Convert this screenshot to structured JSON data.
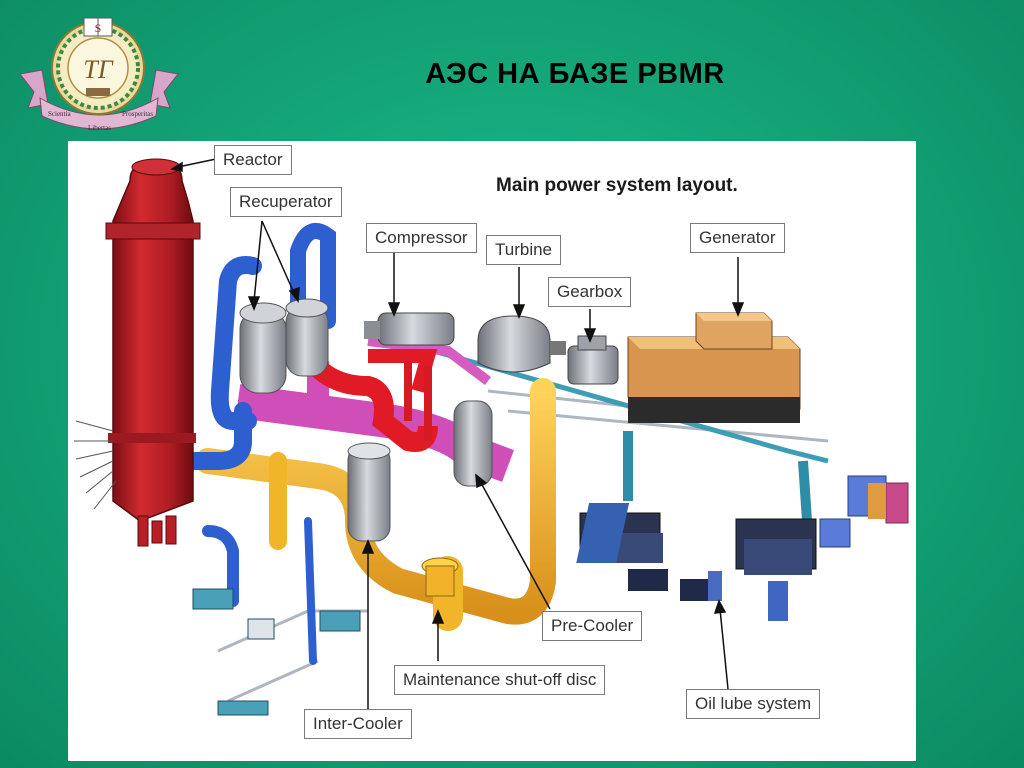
{
  "slide": {
    "title": "АЭС НА БАЗЕ PBMR"
  },
  "logo": {
    "monogram": "ТГ",
    "ribbon_left": "Scientia",
    "ribbon_center": "Libertas",
    "ribbon_right": "Prosperitas",
    "top_mark": "S"
  },
  "diagram": {
    "title": "Main power system layout.",
    "labels": {
      "reactor": "Reactor",
      "recuperator": "Recuperator",
      "compressor": "Compressor",
      "turbine": "Turbine",
      "gearbox": "Gearbox",
      "generator": "Generator",
      "pre_cooler": "Pre-Cooler",
      "maintenance": "Maintenance shut-off disc",
      "oil_lube": "Oil lube system",
      "inter_cooler": "Inter-Cooler"
    }
  },
  "colors": {
    "background": "#14a679",
    "reactor": "#c0252c",
    "hot_pipe": "#e0202a",
    "cold_pipe": "#2e5fd0",
    "mixed_pipe": "#d24fb8",
    "yellow_pipe": "#f0b21f",
    "generator": "#e7a65c",
    "vessel": "#a9adb3"
  }
}
